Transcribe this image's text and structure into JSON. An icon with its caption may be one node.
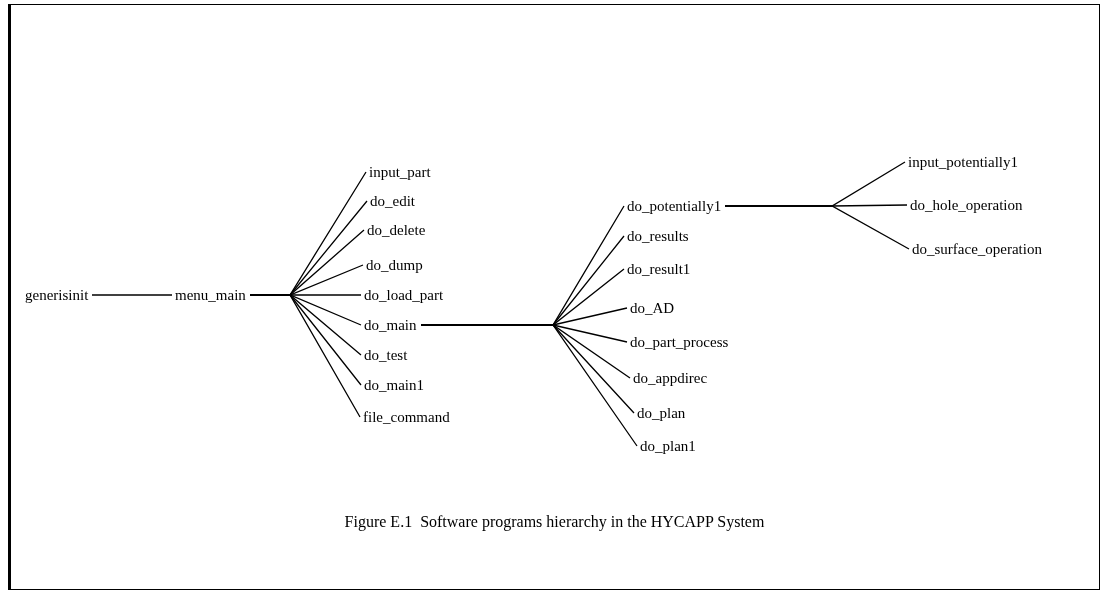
{
  "diagram": {
    "caption": "Figure E.1  Software programs hierarchy in the HYCAPP System",
    "nodes": [
      {
        "text": [
          "generisinit"
        ]
      },
      {
        "text": [
          "menu_main"
        ]
      },
      {
        "text": [
          "input_part"
        ]
      },
      {
        "text": [
          "do_edit"
        ]
      },
      {
        "text": [
          "do_delete"
        ]
      },
      {
        "text": [
          "do_dump"
        ]
      },
      {
        "text": [
          "do_load_part"
        ]
      },
      {
        "text": [
          "do_main"
        ]
      },
      {
        "text": [
          "do_test"
        ]
      },
      {
        "text": [
          "do_main1"
        ]
      },
      {
        "text": [
          "file_command"
        ]
      },
      {
        "text": [
          "do_potentially1"
        ]
      },
      {
        "text": [
          "do_results"
        ]
      },
      {
        "text": [
          "do_result1"
        ]
      },
      {
        "text": [
          "do_AD"
        ]
      },
      {
        "text": [
          "do_part_process"
        ]
      },
      {
        "text": [
          "do_appdirec"
        ]
      },
      {
        "text": [
          "do_plan"
        ]
      },
      {
        "text": [
          "do_plan1"
        ]
      },
      {
        "text": [
          "input_potentially1"
        ]
      },
      {
        "text": [
          "do_hole_operation"
        ]
      },
      {
        "text": [
          "do_surface_operation"
        ]
      }
    ],
    "edges": [
      {
        "from": 0,
        "to": 1,
        "arrow": "none"
      },
      {
        "from": 1,
        "to": 2,
        "arrow": "none"
      },
      {
        "from": 1,
        "to": 3,
        "arrow": "none"
      },
      {
        "from": 1,
        "to": 4,
        "arrow": "none"
      },
      {
        "from": 1,
        "to": 5,
        "arrow": "none"
      },
      {
        "from": 1,
        "to": 6,
        "arrow": "none"
      },
      {
        "from": 1,
        "to": 7,
        "arrow": "none"
      },
      {
        "from": 1,
        "to": 8,
        "arrow": "none"
      },
      {
        "from": 1,
        "to": 9,
        "arrow": "none"
      },
      {
        "from": 1,
        "to": 10,
        "arrow": "none"
      },
      {
        "from": 7,
        "to": 11,
        "arrow": "none"
      },
      {
        "from": 7,
        "to": 12,
        "arrow": "none"
      },
      {
        "from": 7,
        "to": 13,
        "arrow": "none"
      },
      {
        "from": 7,
        "to": 14,
        "arrow": "none"
      },
      {
        "from": 7,
        "to": 15,
        "arrow": "none"
      },
      {
        "from": 7,
        "to": 16,
        "arrow": "none"
      },
      {
        "from": 7,
        "to": 17,
        "arrow": "none"
      },
      {
        "from": 7,
        "to": 18,
        "arrow": "none"
      },
      {
        "from": 11,
        "to": 19,
        "arrow": "none"
      },
      {
        "from": 11,
        "to": 20,
        "arrow": "none"
      },
      {
        "from": 11,
        "to": 21,
        "arrow": "none"
      }
    ]
  }
}
